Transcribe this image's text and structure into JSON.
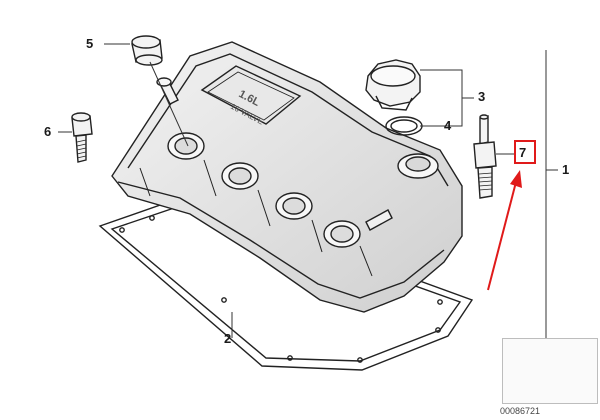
{
  "callouts": {
    "c1": "1",
    "c2": "2",
    "c3": "3",
    "c4": "4",
    "c5": "5",
    "c6": "6",
    "c7": "7"
  },
  "reference_number": "00086721",
  "highlight": {
    "part": "7",
    "color": "#e01a1a"
  },
  "cover_embossing": "1.6L 16 VALVE"
}
